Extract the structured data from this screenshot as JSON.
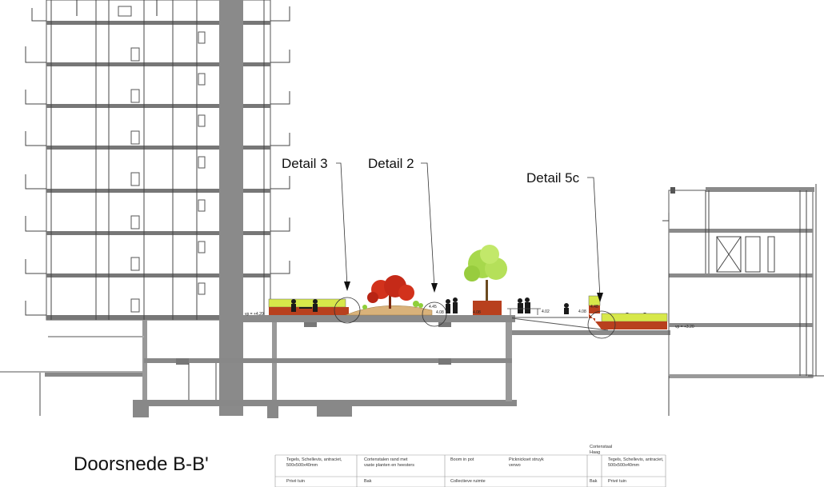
{
  "title": "Doorsnede B-B'",
  "callouts": {
    "detail3": "Detail 3",
    "detail2": "Detail 2",
    "detail5c": "Detail 5c"
  },
  "levels": {
    "vp_left": "vp = +4.20",
    "vp_right": "vp = +3.20",
    "h1": "4.45",
    "h2": "4.08",
    "h3": "4.08",
    "h4": "4.02",
    "h5": "4.08",
    "h6": "4.48"
  },
  "legend": {
    "col1_top": "Tegels, Schellevis, antraciet, 500x500x40mm",
    "col2_top": "Cortenstalen rand met vaste planten en heesters",
    "col3_top": "Boom in pot",
    "col4_top": "Picknickset struyk verwo",
    "col5_header": "Cortenstaal Haag",
    "col6_top": "Tegels, Schellevis, antraciet, 500x500x40mm",
    "col1_bottom": "Privé tuin",
    "col2_bottom": "Bak",
    "col3_bottom": "Collectieve ruimte",
    "col5_bottom": "Bak",
    "col6_bottom": "Privé tuin"
  },
  "colors": {
    "concrete": "#8a8a8a",
    "planter_green": "#d7e84a",
    "corten": "#b8401e",
    "tree_red": "#d2321c",
    "tree_green": "#8fcf3a",
    "sand": "#d9b27a",
    "line": "#333333"
  }
}
